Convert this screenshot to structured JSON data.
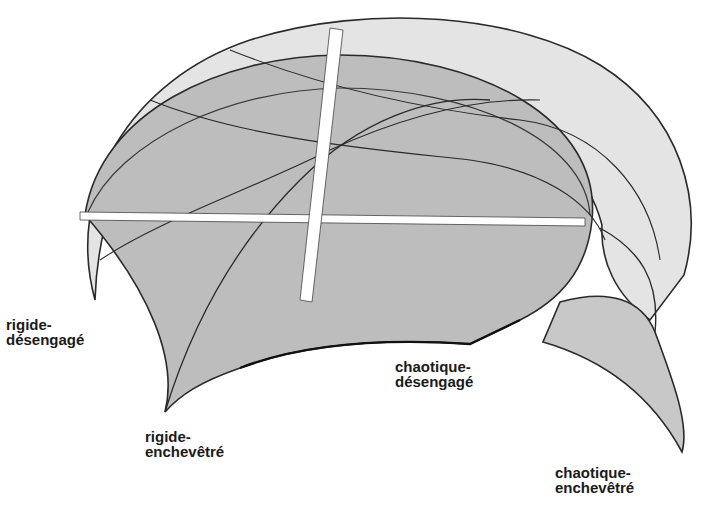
{
  "diagram": {
    "labels": [
      "rigide- désengagé",
      "rigide- enchevêtré",
      "chaotique- désengagé",
      "chaotique- enchevêtré"
    ]
  }
}
